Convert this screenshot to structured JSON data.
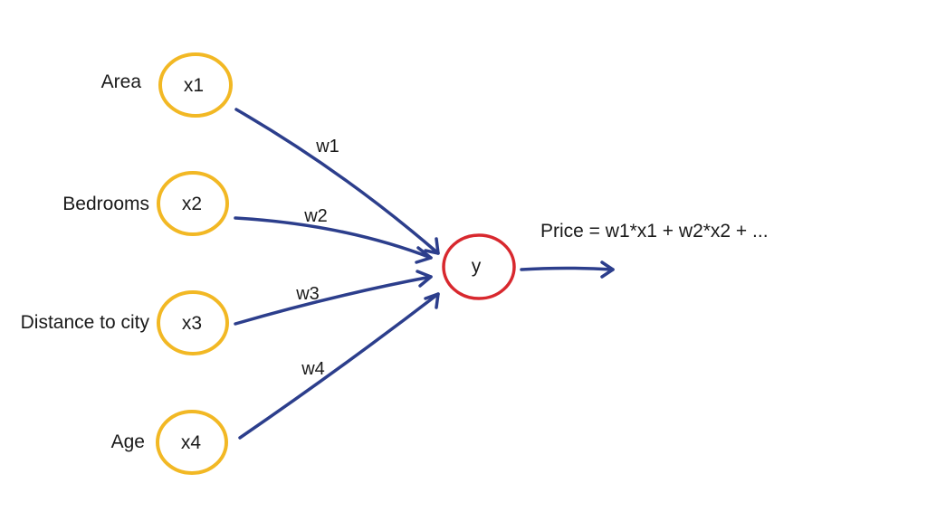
{
  "diagram": {
    "colors": {
      "input_node": "#F2B824",
      "output_node": "#D8282E",
      "edge": "#2C3E8C",
      "text": "#1a1a1a"
    },
    "inputs": [
      {
        "label": "Area",
        "node": "x1",
        "weight": "w1"
      },
      {
        "label": "Bedrooms",
        "node": "x2",
        "weight": "w2"
      },
      {
        "label": "Distance to city",
        "node": "x3",
        "weight": "w3"
      },
      {
        "label": "Age",
        "node": "x4",
        "weight": "w4"
      }
    ],
    "output": {
      "node": "y"
    },
    "formula": "Price = w1*x1 + w2*x2 + ..."
  }
}
